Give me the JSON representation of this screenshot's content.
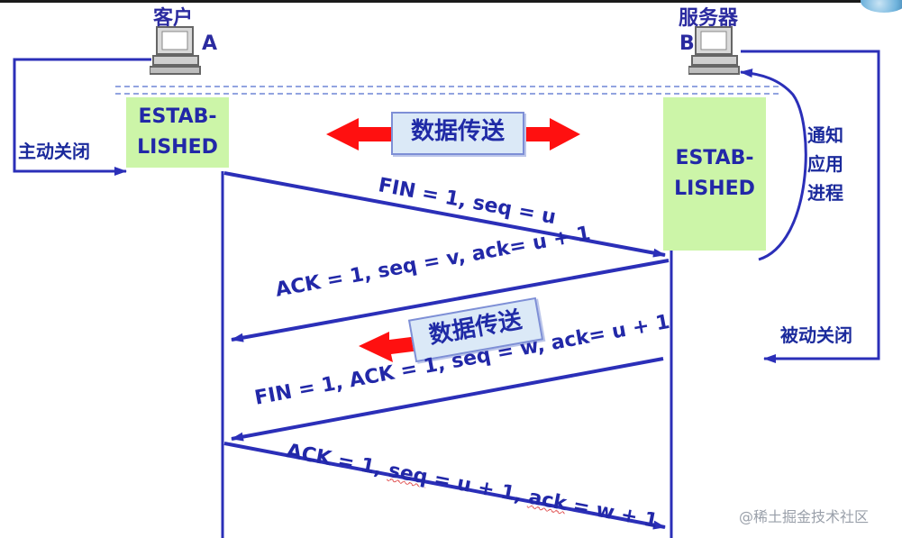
{
  "client": {
    "name": "客户",
    "letter": "A",
    "state": [
      "ESTAB-",
      "LISHED"
    ],
    "action": "主动关闭"
  },
  "server": {
    "name": "服务器",
    "letter": "B",
    "state": [
      "ESTAB-",
      "LISHED"
    ],
    "notify": [
      "通知",
      "应用",
      "进程"
    ],
    "action": "被动关闭"
  },
  "data_transfer_top": "数据传送",
  "data_transfer_mid": "数据传送",
  "messages": [
    {
      "text": "FIN = 1, seq = u"
    },
    {
      "text": "ACK = 1, seq = v, ack= u + 1"
    },
    {
      "text": "FIN = 1, ACK = 1, seq = w, ack= u + 1"
    },
    {
      "text_a": "ACK = 1, ",
      "text_seq": "seq",
      "text_b": " = u + 1, ",
      "text_ack": "ack",
      "text_c": " = w + 1"
    }
  ],
  "watermark": "@稀土掘金技术社区",
  "colors": {
    "line": "#2b2fb8",
    "state_box": "#ccf5a8",
    "arrow_red": "#ff0000",
    "text": "#2228a8"
  }
}
